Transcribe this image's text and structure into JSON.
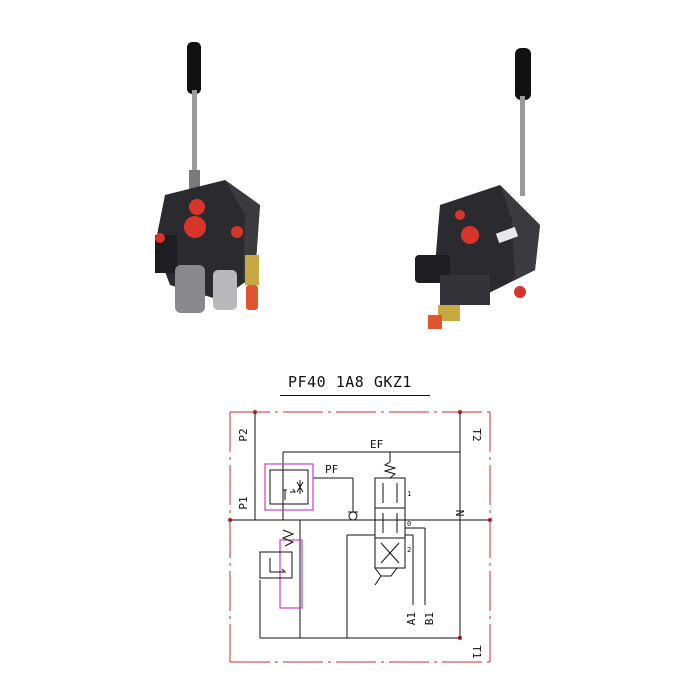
{
  "model_code": "PF40 1A8 GKZ1",
  "ports": {
    "p1": "P1",
    "p2": "P2",
    "t1": "T1",
    "t2": "T2",
    "n": "N",
    "a1": "A1",
    "b1": "B1"
  },
  "lines": {
    "ef": "EF",
    "pf": "PF"
  },
  "spool_markers": {
    "pos1": "1",
    "pos0": "0",
    "pos2": "2"
  },
  "colors": {
    "valve_body": "#2b2b2f",
    "port_plug_red": "#d8352a",
    "handle_black": "#111111",
    "outline_red": "#c9302c",
    "priority_box_magenta": "#c044c8"
  }
}
